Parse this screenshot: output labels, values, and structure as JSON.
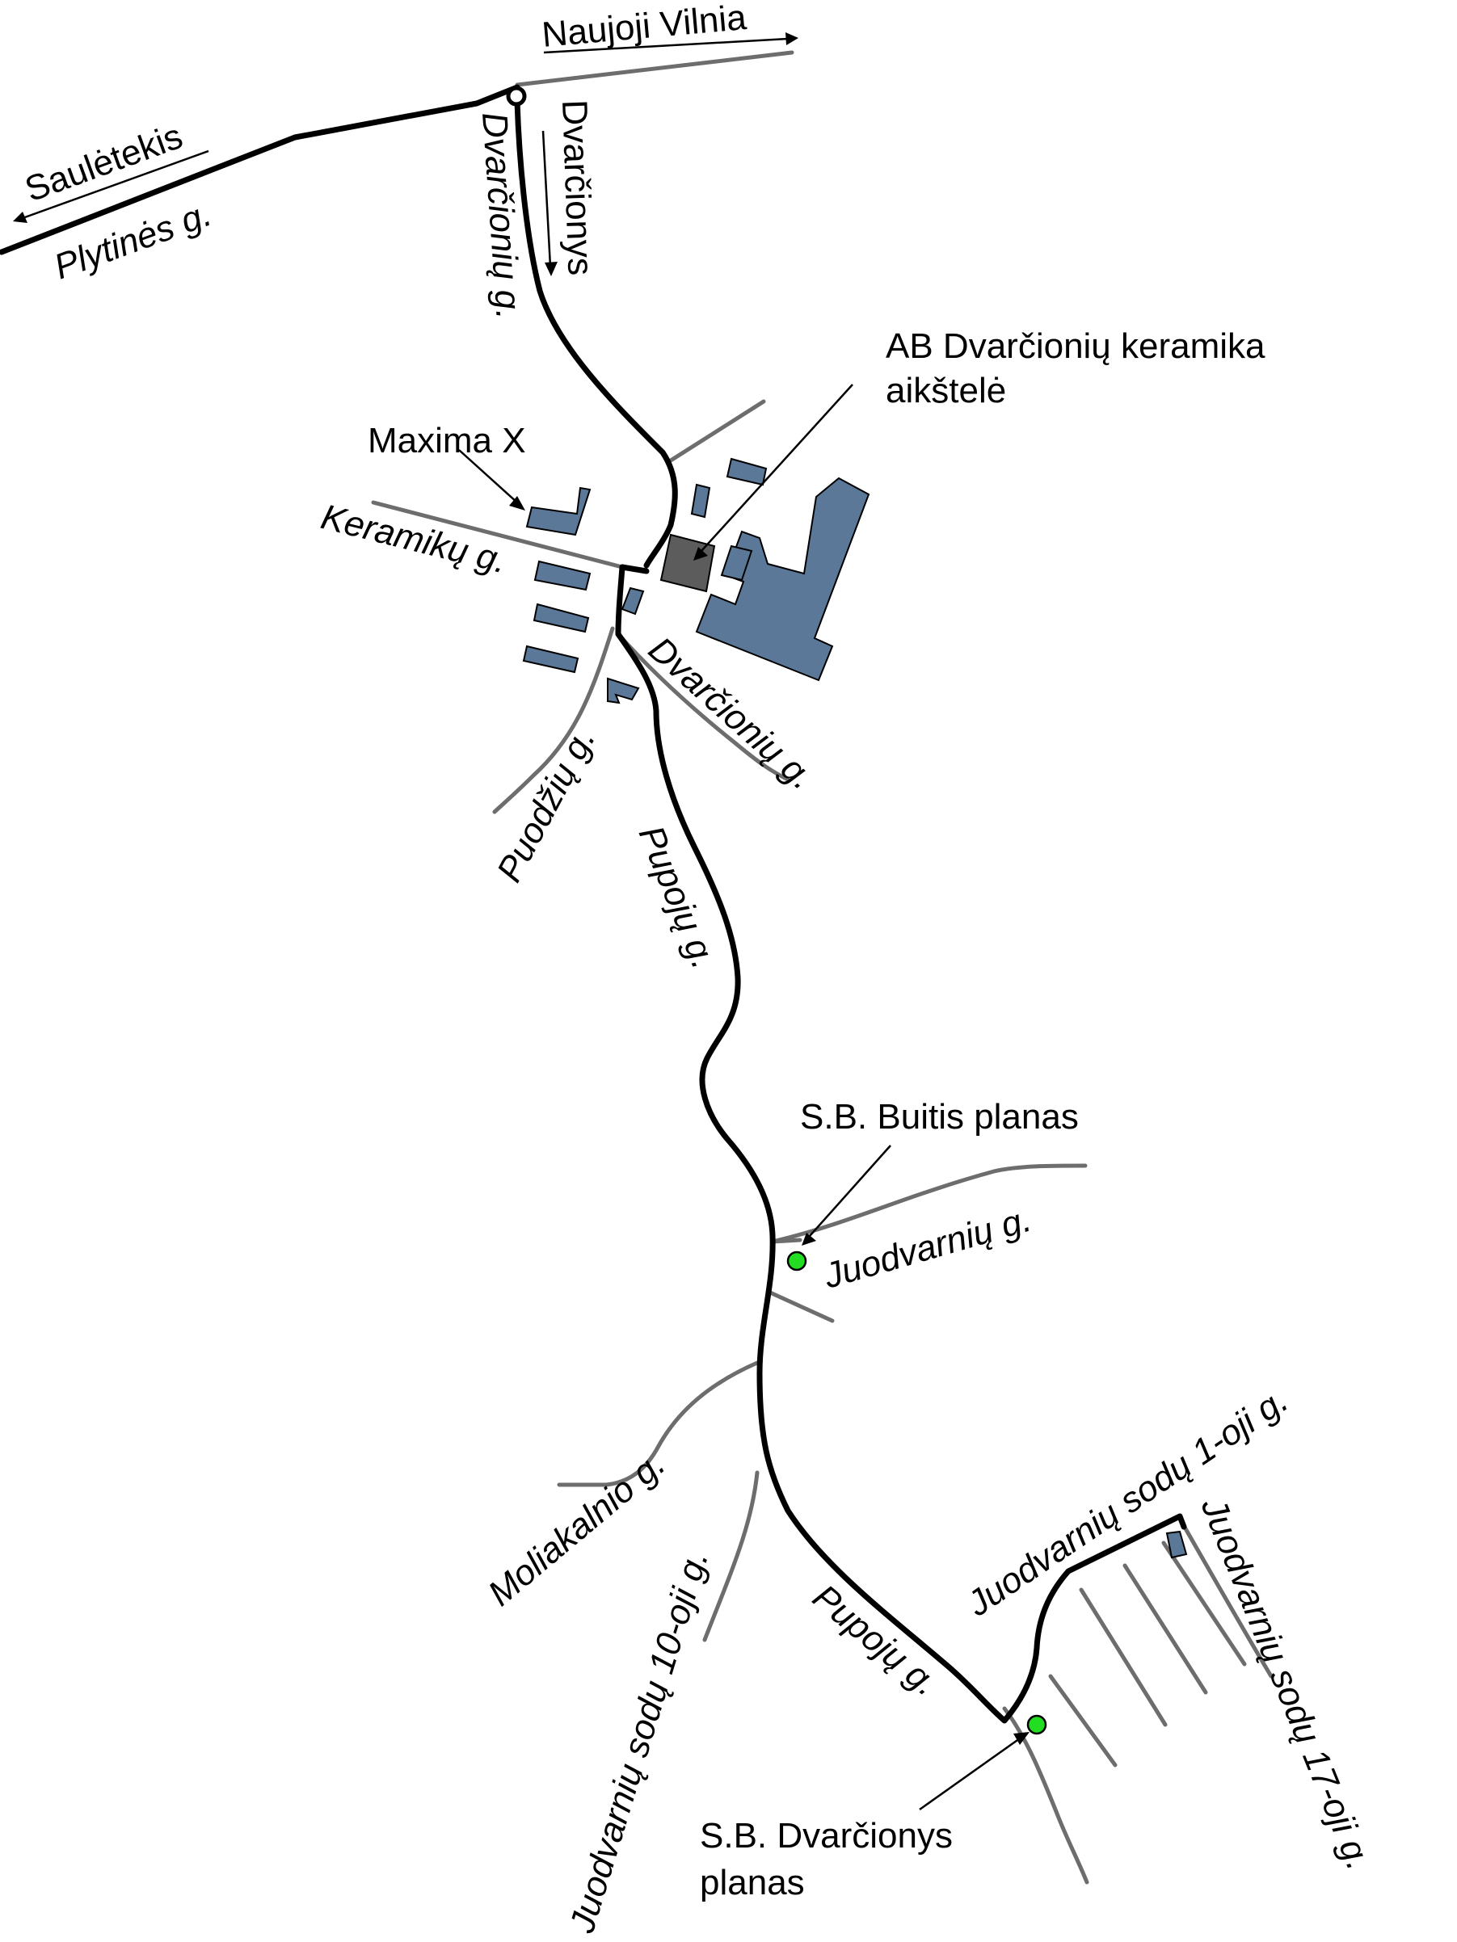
{
  "colors": {
    "main_road": "#000000",
    "minor_road": "#6d6d6d",
    "building": "#5b7898",
    "site": "#5c5c5c",
    "marker": "#22dd22"
  },
  "directions": {
    "naujoji_vilnia": "Naujoji Vilnia",
    "sauletekis": "Saulėtekis",
    "dvarcionys": "Dvarčionys"
  },
  "streets": {
    "plytines": "Plytinės g.",
    "dvarcioniu_upper": "Dvarčionių g.",
    "keramiku": "Keramikų g.",
    "dvarcioniu_lower": "Dvarčionių g.",
    "puodziu": "Puodžių g.",
    "pupoju_upper": "Pupojų g.",
    "juodvarniu": "Juodvarnių g.",
    "moliakalnio": "Moliakalnio g.",
    "sodu_10": "Juodvarnių sodų 10-oji g.",
    "pupoju_lower": "Pupojų g.",
    "sodu_1": "Juodvarnių sodų 1-oji g.",
    "sodu_17": "Juodvarnių sodų 17-oji g."
  },
  "places": {
    "maxima": "Maxima X",
    "keramika_line1": "AB Dvarčionių keramika",
    "keramika_line2": "aikštelė",
    "buitis": "S.B. Buitis planas",
    "dvarcionys_line1": "S.B. Dvarčionys",
    "dvarcionys_line2": "planas"
  },
  "icons": {
    "roundabout": "roundabout-icon",
    "marker": "location-marker-icon",
    "arrow": "arrow-icon"
  }
}
